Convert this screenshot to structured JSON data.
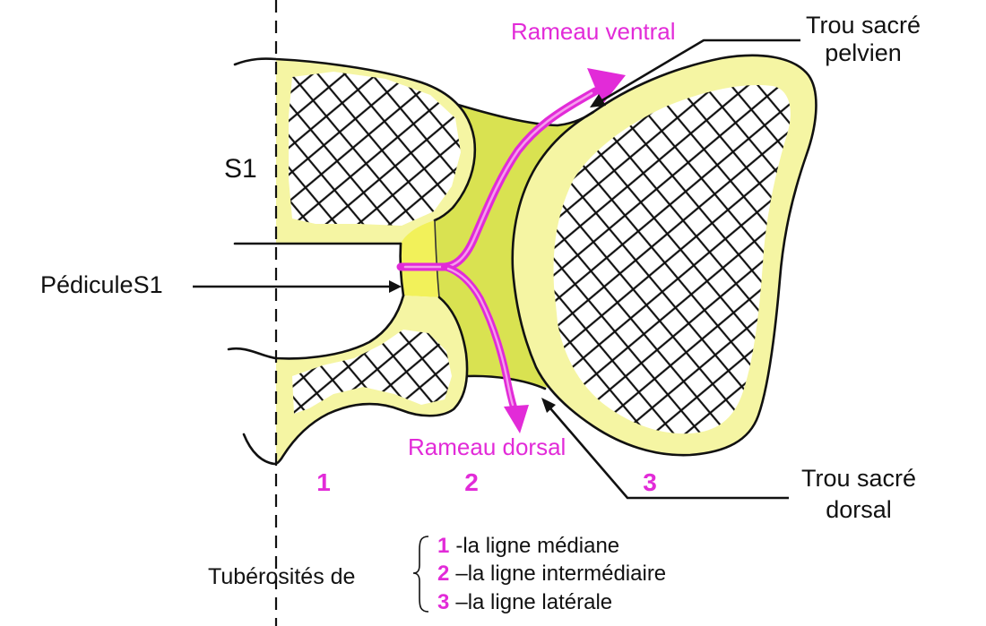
{
  "diagram": {
    "midline_label": "S1",
    "pedicle_label": "PédiculeS1",
    "ventral_branch_label": "Rameau ventral",
    "dorsal_branch_label": "Rameau dorsal",
    "pelvic_foramen_label": [
      "Trou sacré",
      "pelvien"
    ],
    "dorsal_foramen_label": [
      "Trou sacré",
      "dorsal"
    ],
    "region_numbers": [
      "1",
      "2",
      "3"
    ]
  },
  "legend": {
    "heading": "Tubérosités de",
    "items": [
      {
        "num": "1",
        "text": "-la ligne médiane"
      },
      {
        "num": "2",
        "text": "–la ligne intermédiaire"
      },
      {
        "num": "3",
        "text": "–la ligne latérale"
      }
    ]
  },
  "colors": {
    "accent_magenta": "#e22bd8",
    "bone_yellow": "#f5f5a3",
    "intermediate_green_yellow": "#d9e251",
    "pedicle_yellow": "#f2f15a",
    "outline": "#111111",
    "label_text": "#111111"
  }
}
